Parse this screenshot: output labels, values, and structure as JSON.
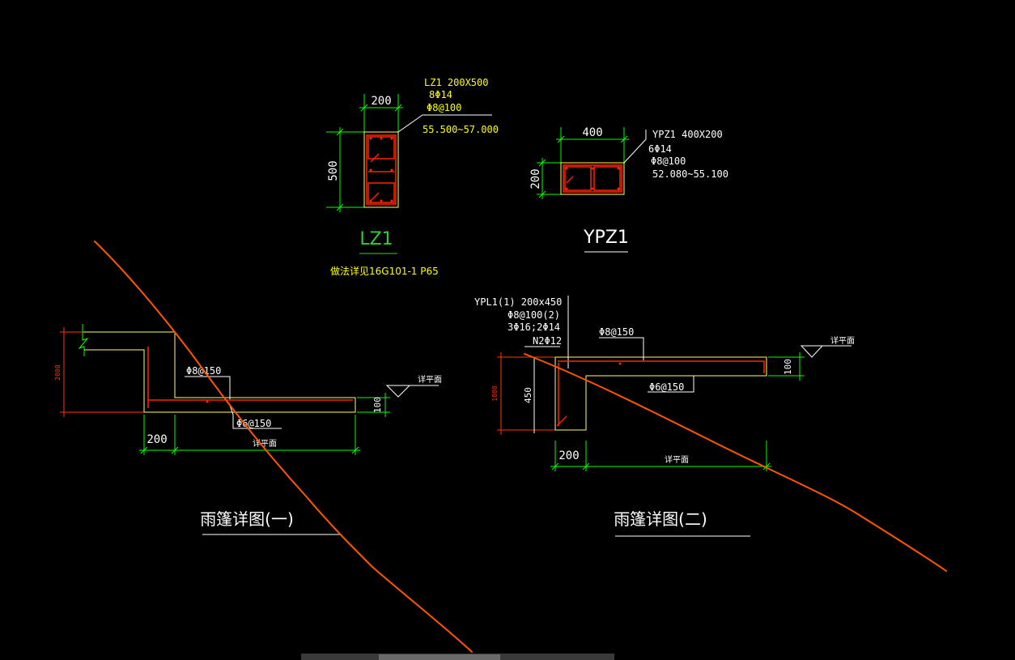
{
  "lz1": {
    "dim_width": "200",
    "dim_height": "500",
    "spec_line1": "LZ1 200X500",
    "spec_line2": "8Φ14",
    "spec_line3": "Φ8@100",
    "spec_line4": "55.500~57.000",
    "title": "LZ1",
    "reference": "做法详见16G101-1 P65"
  },
  "ypz1": {
    "dim_width": "400",
    "dim_height": "200",
    "spec_line1": "YPZ1 400X200",
    "spec_line2": "6Φ14",
    "spec_line3": "Φ8@100",
    "spec_line4": "52.080~55.100",
    "title": "YPZ1"
  },
  "detail1": {
    "rebar_top": "Φ8@150",
    "rebar_bottom": "Φ6@150",
    "dim_left_height": "2000",
    "dim_slab": "100",
    "dim_wall": "200",
    "dim_span": "详平面",
    "level_label": "详平面",
    "title": "雨篷详图(一)"
  },
  "detail2": {
    "beam_line1": "YPL1(1) 200x450",
    "beam_line2": "Φ8@100(2)",
    "beam_line3": "3Φ16;2Φ14",
    "beam_line4": "N2Φ12",
    "rebar_top": "Φ8@150",
    "rebar_bottom": "Φ6@150",
    "dim_left_height": "1000",
    "dim_beam": "450",
    "dim_slab": "100",
    "dim_wall": "200",
    "dim_span": "详平面",
    "level_label": "详平面",
    "title": "雨篷详图(二)"
  },
  "colors": {
    "background": "#000000",
    "dimension": "#00ff00",
    "concrete": "#ffff66",
    "rebar": "#ff2200",
    "leader": "#ffffff",
    "markup": "#ff5500"
  }
}
